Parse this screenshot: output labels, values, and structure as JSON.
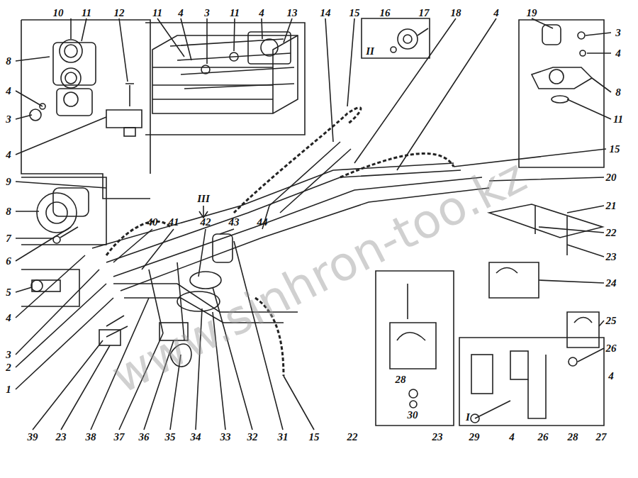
{
  "diagram": {
    "labels": [
      "10",
      "11",
      "12",
      "11",
      "4",
      "3",
      "11",
      "4",
      "13",
      "14",
      "15",
      "16",
      "17",
      "18",
      "4",
      "19",
      "8",
      "4",
      "3",
      "4",
      "9",
      "3",
      "4",
      "8",
      "11",
      "15",
      "20",
      "21",
      "22",
      "23",
      "24",
      "25",
      "26",
      "4",
      "8",
      "7",
      "6",
      "5",
      "4",
      "3",
      "2",
      "1",
      "40",
      "41",
      "42",
      "43",
      "44",
      "III",
      "II",
      "39",
      "23",
      "38",
      "37",
      "36",
      "35",
      "34",
      "33",
      "32",
      "31",
      "15",
      "22",
      "28",
      "30",
      "23",
      "29",
      "4",
      "26",
      "28",
      "27",
      "I",
      "www.sinhron-too.kz"
    ]
  }
}
